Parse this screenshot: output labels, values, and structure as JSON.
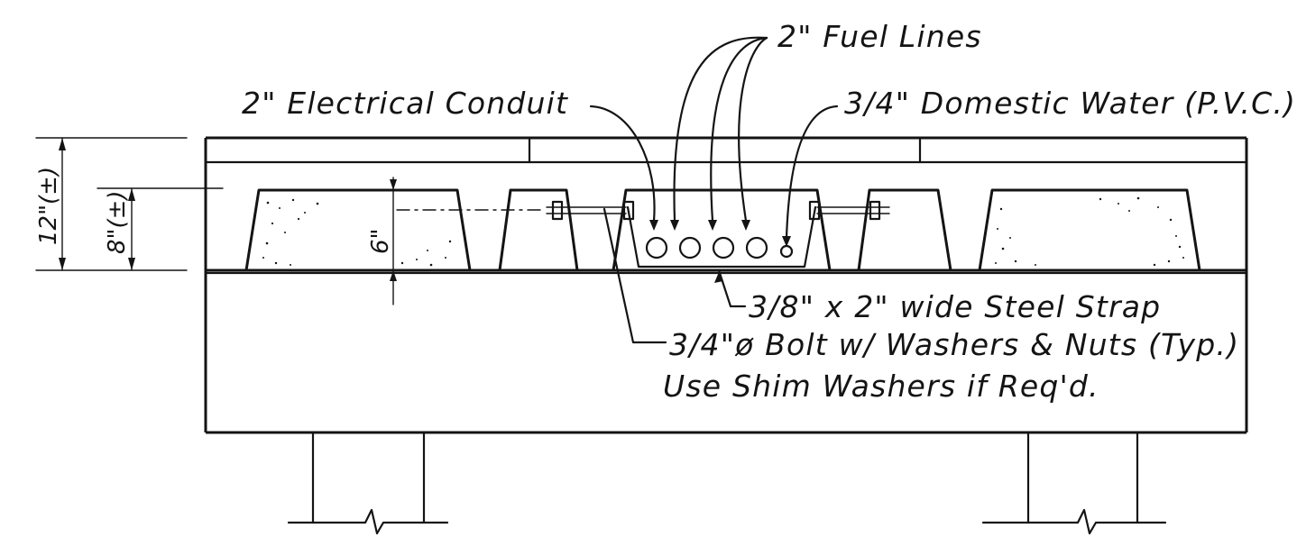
{
  "labels": {
    "fuel_lines": "2\" Fuel Lines",
    "electrical_conduit": "2\" Electrical Conduit",
    "domestic_water": "3/4\" Domestic Water (P.V.C.)",
    "steel_strap": "3/8\" x 2\" wide Steel Strap",
    "bolt_line1": "3/4\"ø Bolt w/ Washers & Nuts (Typ.)",
    "bolt_line2": "Use Shim Washers if Req'd."
  },
  "dimensions": {
    "overall_height": "12\"(±)",
    "inner_height": "8\"(±)",
    "channel_depth": "6\""
  },
  "colors": {
    "ink": "#141414",
    "paper": "#ffffff"
  }
}
